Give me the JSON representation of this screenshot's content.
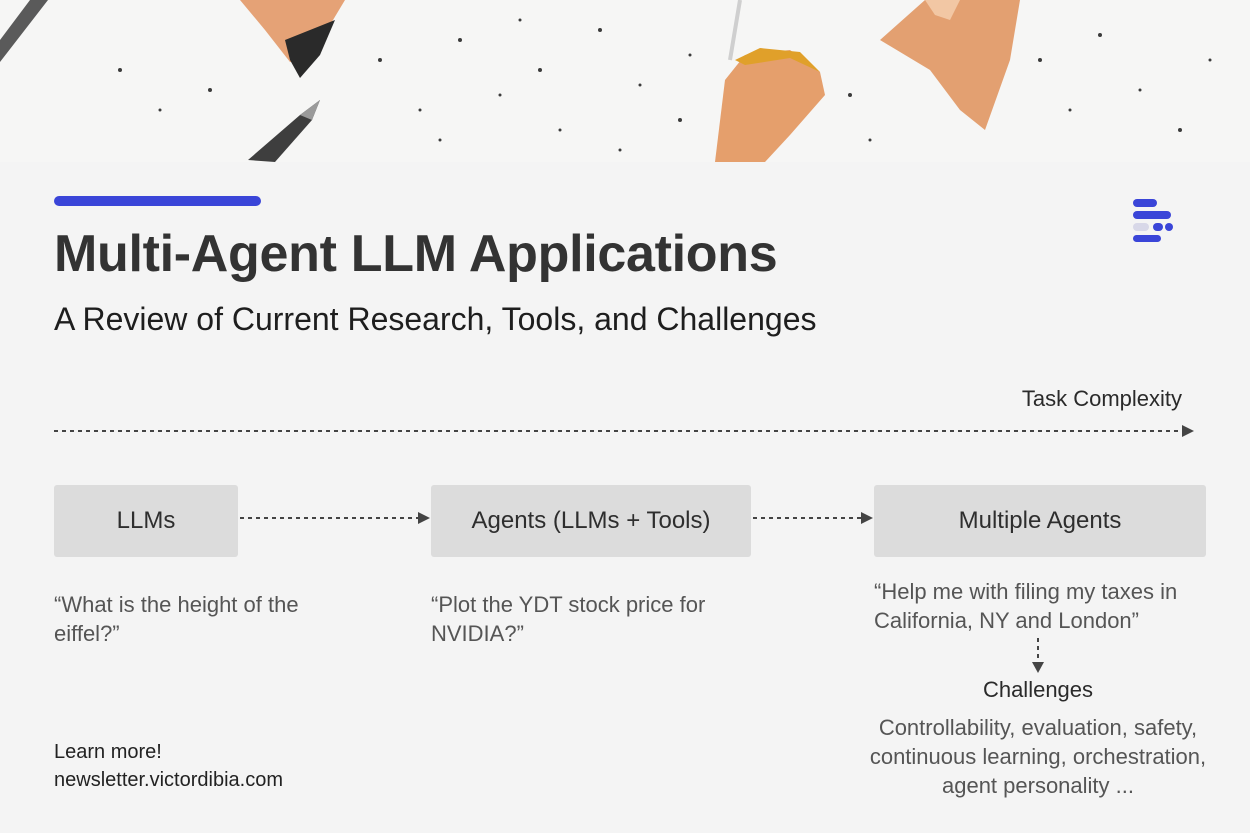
{
  "header": {
    "title": "Multi-Agent LLM Applications",
    "subtitle": "A Review of Current Research, Tools, and Challenges"
  },
  "colors": {
    "accent": "#3a45d8",
    "box": "#dcdcdc",
    "background": "#f4f4f4"
  },
  "diagram": {
    "axis_label": "Task Complexity",
    "stages": [
      {
        "label": "LLMs",
        "example": "“What is the height of the eiffel?”"
      },
      {
        "label": "Agents (LLMs + Tools)",
        "example": "“Plot the YDT stock price for NVIDIA?”"
      },
      {
        "label": "Multiple Agents",
        "example": "“Help me with filing my taxes in California, NY and London”"
      }
    ],
    "challenges_title": "Challenges",
    "challenges_text": "Controllability, evaluation, safety, continuous learning, orchestration, agent personality ..."
  },
  "footer": {
    "learn_more": "Learn more!",
    "url": "newsletter.victordibia.com"
  },
  "icons": [
    "pencil-shavings-image",
    "newsletter-logo-icon",
    "arrow-right-icon",
    "arrow-down-icon"
  ]
}
